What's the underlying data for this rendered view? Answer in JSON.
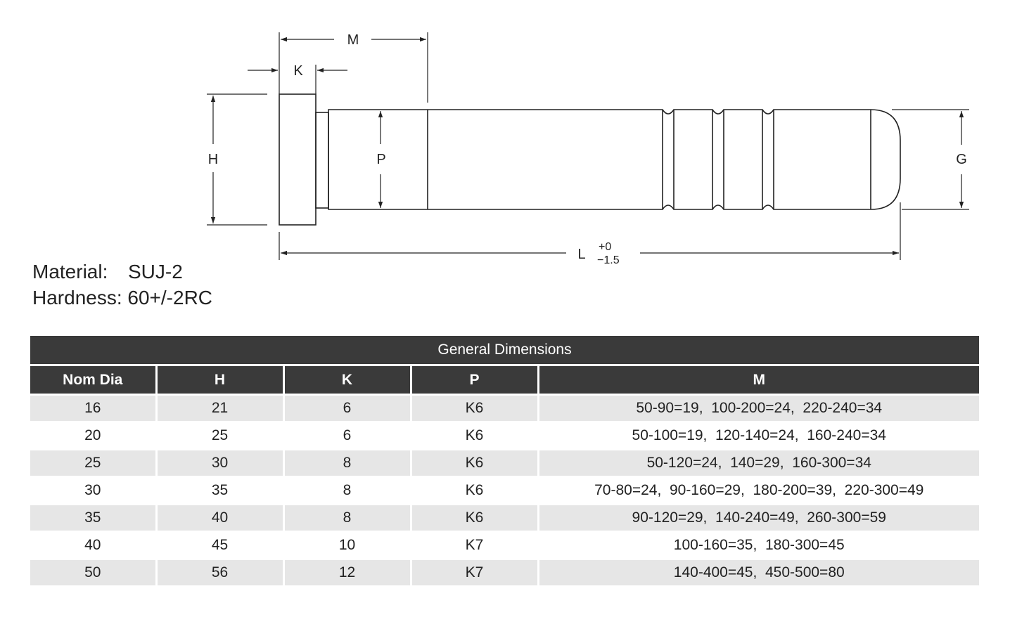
{
  "drawing": {
    "dim_m": "M",
    "dim_k": "K",
    "dim_h": "H",
    "dim_p": "P",
    "dim_g": "G",
    "dim_l": "L",
    "tol_upper": "+0",
    "tol_lower": "−1.5"
  },
  "specs": {
    "material_label": "Material:",
    "material_value": "SUJ-2",
    "hardness_label": "Hardness:",
    "hardness_value": "60+/-2RC"
  },
  "table": {
    "title": "General Dimensions",
    "headers": [
      "Nom Dia",
      "H",
      "K",
      "P",
      "M"
    ],
    "rows": [
      [
        "16",
        "21",
        "6",
        "K6",
        "50-90=19,  100-200=24,  220-240=34"
      ],
      [
        "20",
        "25",
        "6",
        "K6",
        "50-100=19,  120-140=24,  160-240=34"
      ],
      [
        "25",
        "30",
        "8",
        "K6",
        "50-120=24,  140=29,  160-300=34"
      ],
      [
        "30",
        "35",
        "8",
        "K6",
        "70-80=24,  90-160=29,  180-200=39,  220-300=49"
      ],
      [
        "35",
        "40",
        "8",
        "K6",
        "90-120=29,  140-240=49,  260-300=59"
      ],
      [
        "40",
        "45",
        "10",
        "K7",
        "100-160=35,  180-300=45"
      ],
      [
        "50",
        "56",
        "12",
        "K7",
        "140-400=45,  450-500=80"
      ]
    ]
  }
}
